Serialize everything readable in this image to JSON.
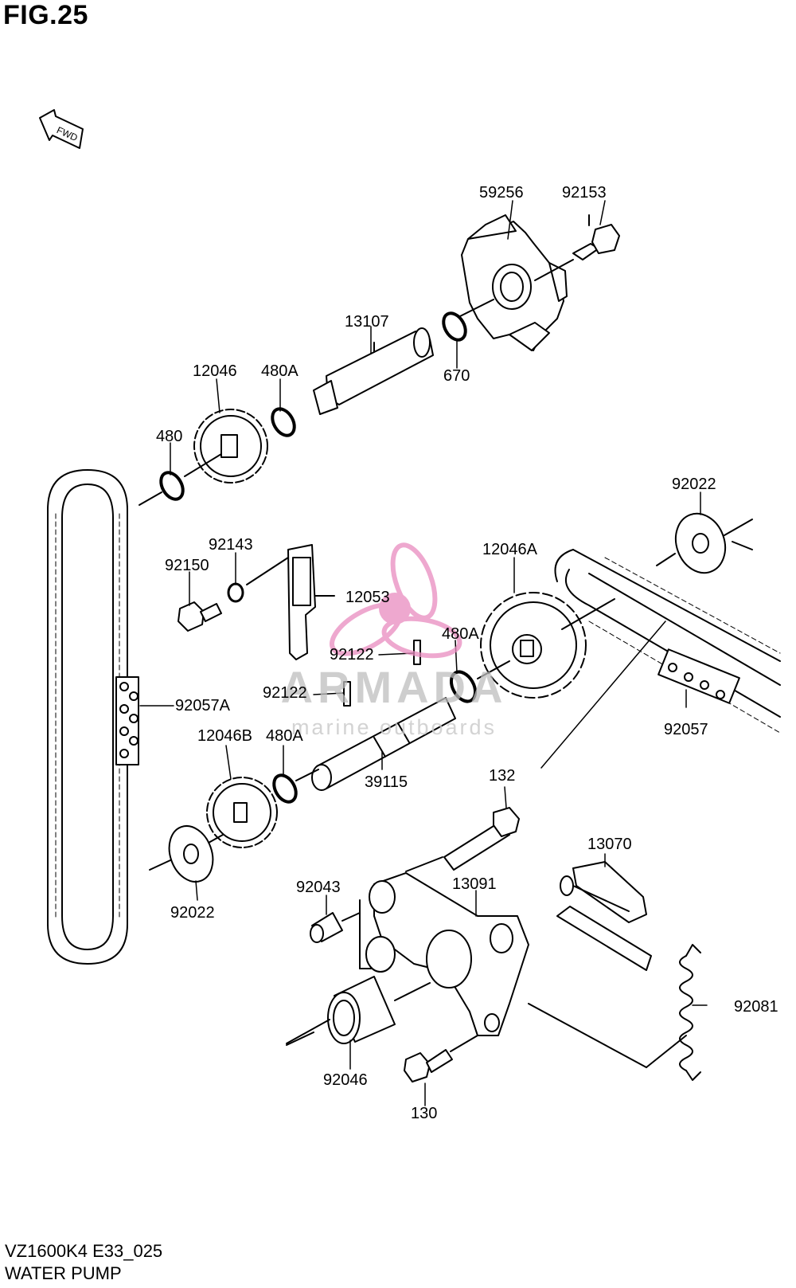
{
  "figure": {
    "title": "FIG.25",
    "code": "VZ1600K4 E33_025",
    "name": "WATER PUMP",
    "fwd_label": "FWD"
  },
  "parts": [
    {
      "id": "p59256",
      "label": "59256"
    },
    {
      "id": "p92153",
      "label": "92153"
    },
    {
      "id": "p13107",
      "label": "13107"
    },
    {
      "id": "p670",
      "label": "670"
    },
    {
      "id": "p12046",
      "label": "12046"
    },
    {
      "id": "p480A_1",
      "label": "480A"
    },
    {
      "id": "p480",
      "label": "480"
    },
    {
      "id": "p92022_1",
      "label": "92022"
    },
    {
      "id": "p92143",
      "label": "92143"
    },
    {
      "id": "p92150",
      "label": "92150"
    },
    {
      "id": "p12053",
      "label": "12053"
    },
    {
      "id": "p12046A",
      "label": "12046A"
    },
    {
      "id": "p480A_2",
      "label": "480A"
    },
    {
      "id": "p92122_1",
      "label": "92122"
    },
    {
      "id": "p92122_2",
      "label": "92122"
    },
    {
      "id": "p92057A",
      "label": "92057A"
    },
    {
      "id": "p92057",
      "label": "92057"
    },
    {
      "id": "p12046B",
      "label": "12046B"
    },
    {
      "id": "p480A_3",
      "label": "480A"
    },
    {
      "id": "p39115",
      "label": "39115"
    },
    {
      "id": "p132",
      "label": "132"
    },
    {
      "id": "p13070",
      "label": "13070"
    },
    {
      "id": "p92022_2",
      "label": "92022"
    },
    {
      "id": "p92043",
      "label": "92043"
    },
    {
      "id": "p13091",
      "label": "13091"
    },
    {
      "id": "p92081",
      "label": "92081"
    },
    {
      "id": "p92046",
      "label": "92046"
    },
    {
      "id": "p130",
      "label": "130"
    }
  ],
  "watermark": {
    "brand": "ARMADA",
    "tagline": "marine outboards",
    "color": "#e98cbf"
  }
}
